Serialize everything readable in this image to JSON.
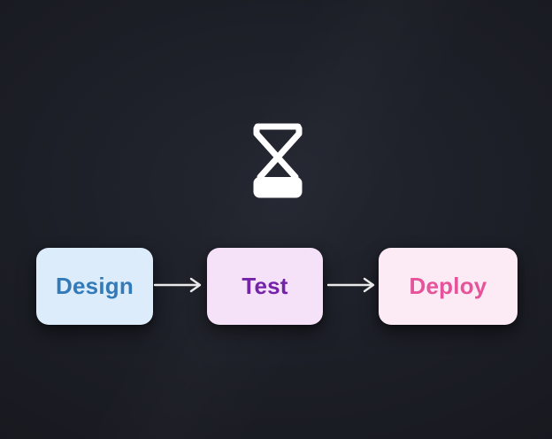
{
  "diagram": {
    "type": "flowchart",
    "direction": "left-to-right",
    "icon": {
      "name": "hourglass-icon",
      "color": "#ffffff"
    },
    "nodes": [
      {
        "id": "design",
        "label": "Design",
        "bg": "#dcecfb",
        "text_color": "#337ab9"
      },
      {
        "id": "test",
        "label": "Test",
        "bg": "#f5e1f8",
        "text_color": "#7321a8"
      },
      {
        "id": "deploy",
        "label": "Deploy",
        "bg": "#fceaf4",
        "text_color": "#e7539a"
      }
    ],
    "edges": [
      {
        "from": "design",
        "to": "test"
      },
      {
        "from": "test",
        "to": "deploy"
      }
    ],
    "colors": {
      "background_center": "#232630",
      "background_edge": "#16171d",
      "arrow": "#e9e9e9"
    }
  }
}
